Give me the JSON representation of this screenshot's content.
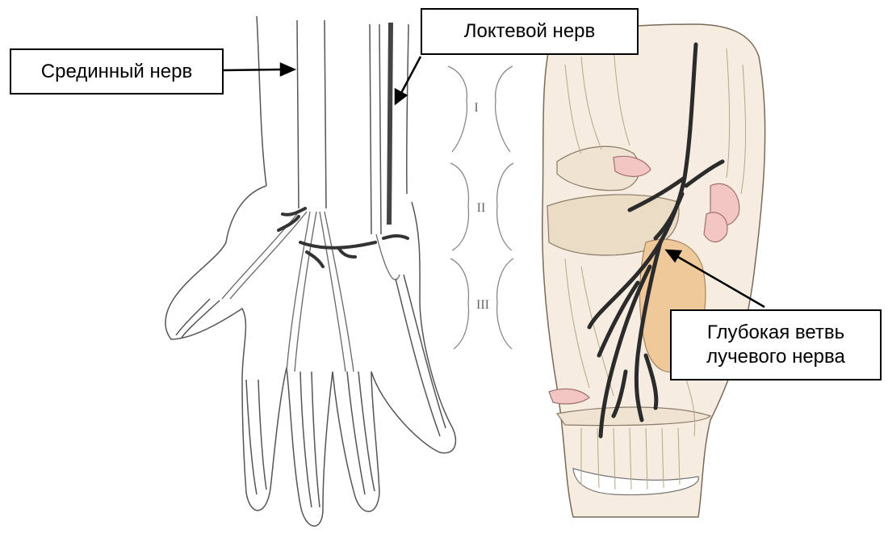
{
  "labels": {
    "median_nerve": "Срединный нерв",
    "ulnar_nerve": "Локтевой нерв",
    "radial_deep_branch_line1": "Глубокая ветвь",
    "radial_deep_branch_line2": "лучевого нерва"
  },
  "zones": [
    "I",
    "II",
    "III"
  ],
  "colors": {
    "nerve": "#222222",
    "outline": "#555555",
    "muscle": "#f3e6d2",
    "muscle_dark": "#e8c9a0",
    "tendon_pink": "#f2c6c2"
  }
}
